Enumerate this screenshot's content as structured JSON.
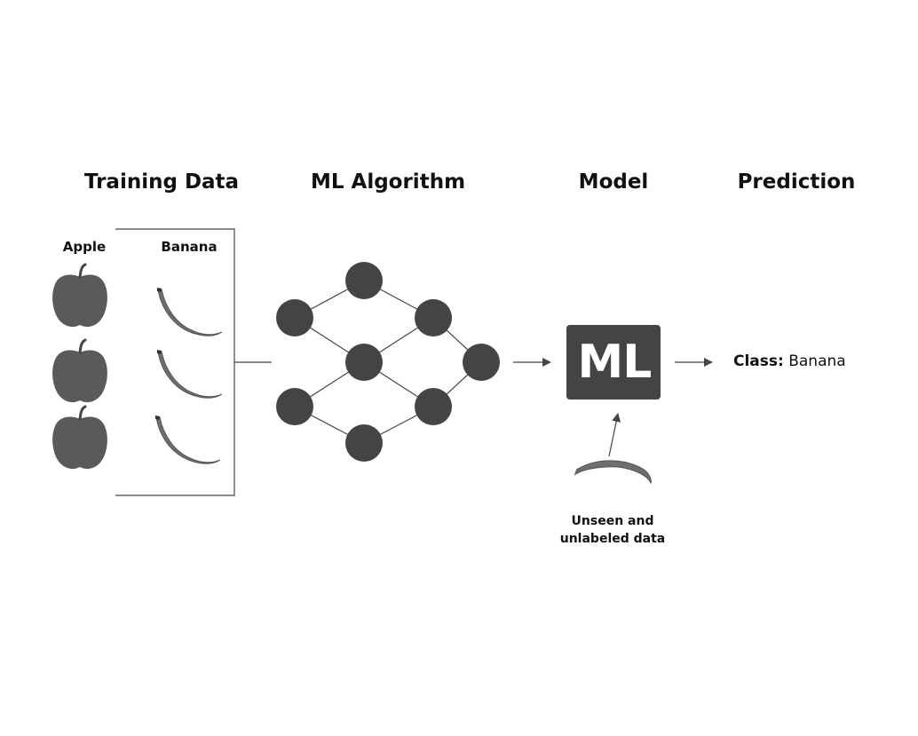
{
  "headings": {
    "training_data": "Training Data",
    "ml_algorithm": "ML Algorithm",
    "model": "Model",
    "prediction": "Prediction"
  },
  "training": {
    "apple_label": "Apple",
    "banana_label": "Banana"
  },
  "model_box": {
    "label": "ML",
    "fill_color": "#444444"
  },
  "prediction_result": {
    "key": "Class:",
    "value": "Banana"
  },
  "unseen_data": {
    "line1": "Unseen and",
    "line2": "unlabeled data"
  },
  "colors": {
    "node": "#444444",
    "fruit": "#5a5a5a",
    "banana": "#6e6e6e",
    "line": "#444444"
  },
  "icons": {
    "apples": [
      "apple-icon",
      "apple-icon",
      "apple-icon"
    ],
    "bananas": [
      "banana-icon",
      "banana-icon",
      "banana-icon"
    ],
    "unseen": "banana-icon"
  }
}
